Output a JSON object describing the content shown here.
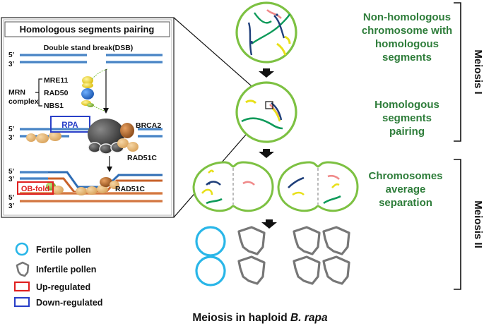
{
  "inset": {
    "title": "Homologous segments pairing",
    "dsb_label": "Double stand break(DSB)",
    "five_prime": "5’",
    "three_prime": "3’",
    "mrn": {
      "line1": "MRN",
      "line2": "complex",
      "proteins": [
        "MRE11",
        "RAD50",
        "NBS1"
      ]
    },
    "rpa": "RPA",
    "brca2": "BRCA2",
    "rad51c": "RAD51C",
    "ob_fold": "OB-fold"
  },
  "stages": {
    "s1": [
      "Non-homologous",
      "chromosome with",
      "homologous",
      "segments"
    ],
    "s2": [
      "Homologous",
      "segments",
      "pairing"
    ],
    "s3": [
      "Chromosomes",
      "average",
      "separation"
    ]
  },
  "phases": {
    "meiosis1": "Meiosis I",
    "meiosis2": "Meiosis II"
  },
  "legend": {
    "fertile": "Fertile pollen",
    "infertile": "Infertile pollen",
    "up": "Up-regulated",
    "down": "Down-regulated"
  },
  "caption": {
    "prefix": "Meiosis in haploid ",
    "species": "B. rapa"
  },
  "colors": {
    "green_text": "#2e7d3a",
    "cell_border": "#7dc142",
    "fertile": "#29b6e8",
    "infertile": "#777777",
    "up": "#e02020",
    "down": "#2a40c8",
    "dna_blue": "#2f6db5",
    "dna_orange": "#c8622a"
  }
}
